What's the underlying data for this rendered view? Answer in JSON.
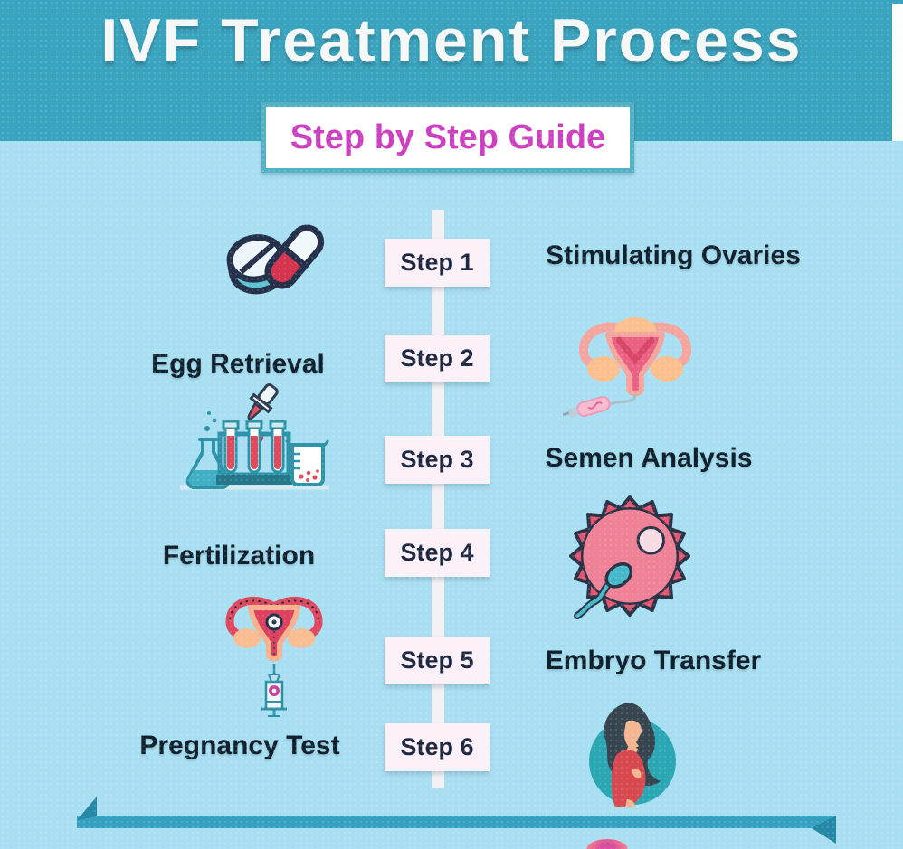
{
  "header": {
    "title": "IVF Treatment Process",
    "subtitle": "Step by Step Guide"
  },
  "timeline": {
    "steps": [
      {
        "label": "Step 1",
        "item": "Stimulating Ovaries",
        "item_side": "right",
        "icon": "pills-icon"
      },
      {
        "label": "Step 2",
        "item": "Egg Retrieval",
        "item_side": "left",
        "icon": "ovary-injection-icon"
      },
      {
        "label": "Step 3",
        "item": "Semen Analysis",
        "item_side": "right",
        "icon": "lab-testing-icon"
      },
      {
        "label": "Step 4",
        "item": "Fertilization",
        "item_side": "left",
        "icon": "fertilized-egg-sperm-icon"
      },
      {
        "label": "Step 5",
        "item": "Embryo Transfer",
        "item_side": "right",
        "icon": "embryo-transfer-uterus-icon"
      },
      {
        "label": "Step 6",
        "item": "Pregnancy Test",
        "item_side": "left",
        "icon": "pregnant-woman-icon"
      }
    ]
  },
  "colors": {
    "page_background": "#a9dff2",
    "header_background": "#3aa3bd",
    "subtitle_text": "#cb3fc0",
    "subtitle_border": "#53b1c6",
    "step_box_background": "#fcf0f9",
    "step_text": "#1d2840",
    "label_text": "#10202c",
    "timeline_line": "#f4f1f4",
    "arrow_ribbon": "#35a0bf",
    "arrow_fold": "#2488a6"
  }
}
